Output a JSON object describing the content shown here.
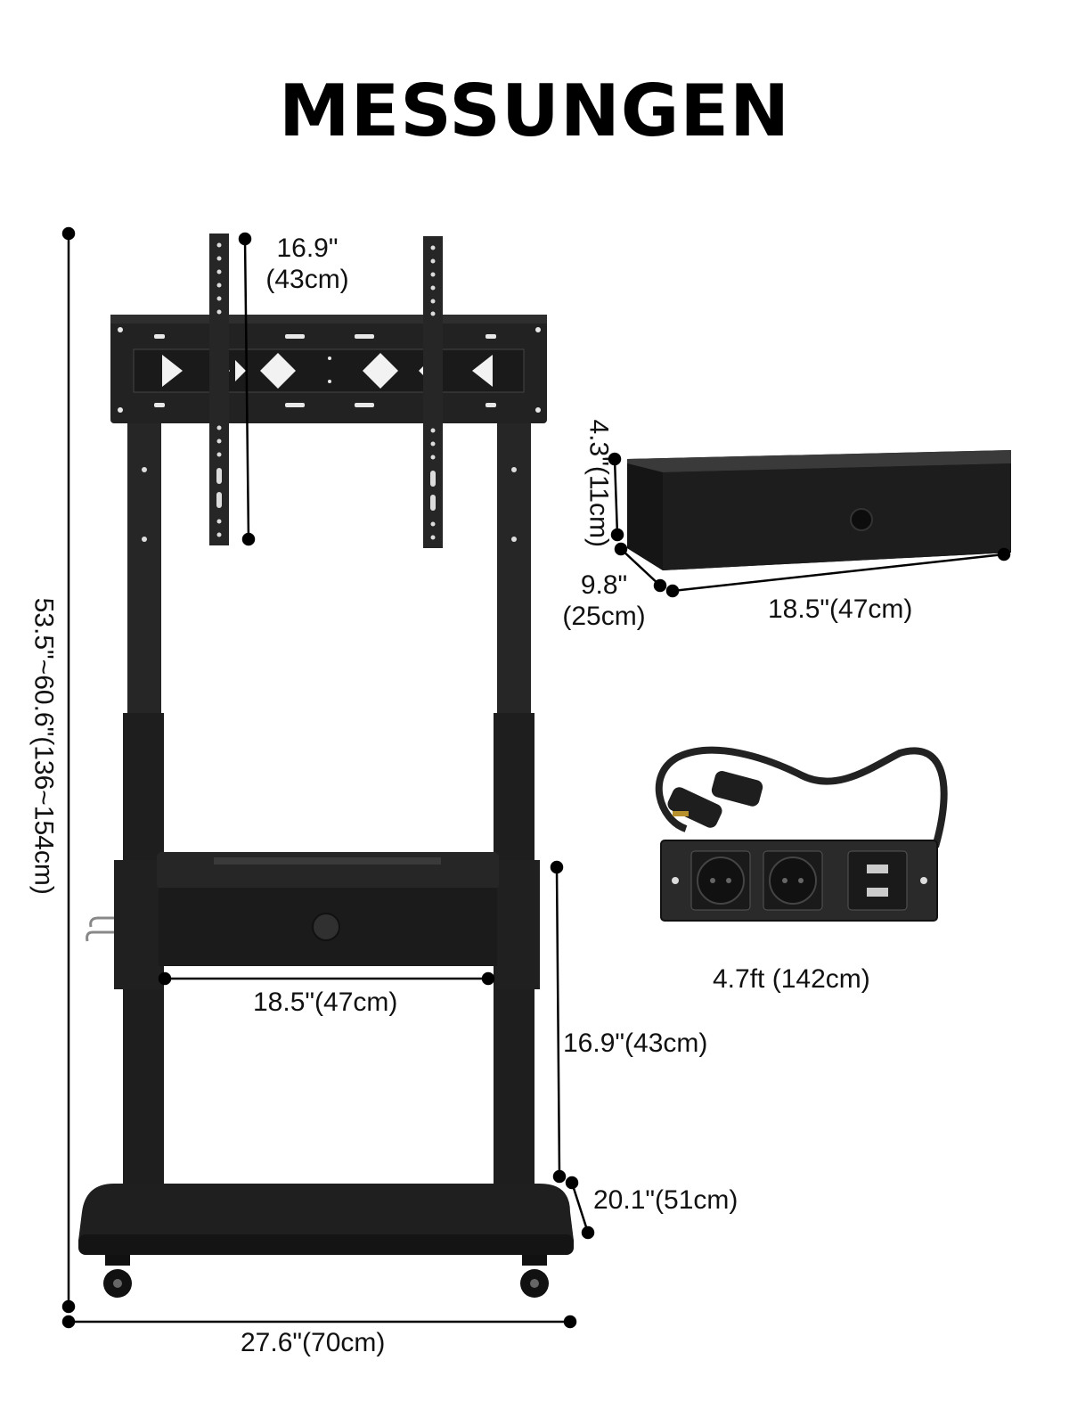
{
  "title": "MESSUNGEN",
  "measurements": {
    "vesa_width_in": "16.9\"",
    "vesa_width_cm": "(43cm)",
    "total_height": "53.5\"~60.6\"(136~154cm)",
    "drawer_height_in": "4.3\"",
    "drawer_height_cm": "(11cm)",
    "drawer_depth_in": "9.8\"",
    "drawer_depth_cm": "(25cm)",
    "drawer_width": "18.5\"(47cm)",
    "shelf_width": "18.5\"(47cm)",
    "shelf_height": "16.9\"(43cm)",
    "base_depth": "20.1\"(51cm)",
    "base_width": "27.6\"(70cm)",
    "power_cord_length": "4.7ft (142cm)"
  },
  "icons": {
    "stand": "tv-stand-icon",
    "drawer": "drawer-icon",
    "power_strip": "power-strip-icon"
  },
  "colors": {
    "product": "#1c1c1c",
    "dimension_line": "#000000"
  }
}
